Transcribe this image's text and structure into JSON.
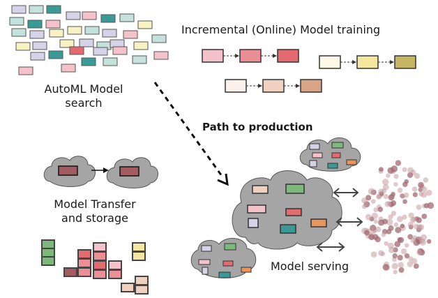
{
  "labels": {
    "automl_line1": "AutoML Model",
    "automl_line2": "search",
    "incremental": "Incremental (Online) Model training",
    "path": "Path to production",
    "transfer_line1": "Model Transfer",
    "transfer_line2": "and storage",
    "serving": "Model serving"
  },
  "colors": {
    "pink": "#f4c2c8",
    "salmon": "#ec8f94",
    "red": "#e36a6f",
    "teal": "#3a9a95",
    "lavender": "#d6d3e8",
    "mint": "#c4e2dc",
    "cream": "#f7f1c4",
    "yellow": "#f5e6a0",
    "olive": "#c6b564",
    "peach": "#f0d1bf",
    "tan": "#d9a486",
    "green": "#7cb97a",
    "orange": "#e8945a",
    "maroon": "#a35a60",
    "cloud": "#a5a5a5",
    "dots": "#c49ca0",
    "dark_dots": "#a06a72"
  },
  "icons": {
    "arrow_dashed": "dashed-arrow-icon",
    "arrow_double": "double-arrow-icon",
    "cloud": "cloud-icon"
  }
}
